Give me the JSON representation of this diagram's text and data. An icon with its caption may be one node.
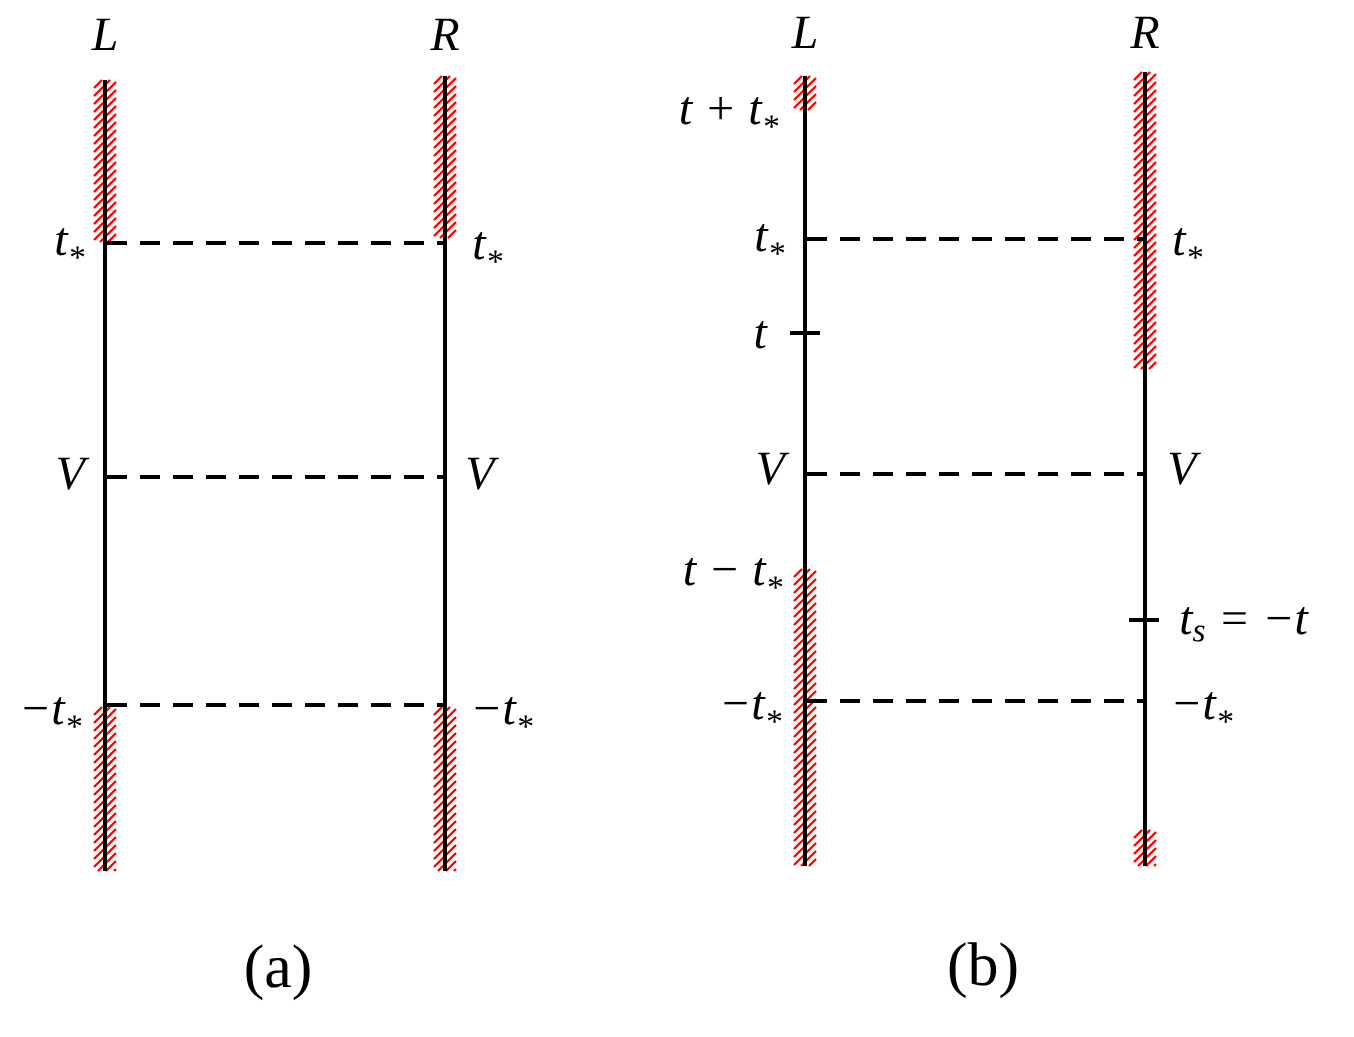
{
  "diagram": {
    "nodes": [
      {
        "text": [
          "L"
        ],
        "beside": [
          "t$_{*}$",
          "V",
          "−t$_{*}$"
        ]
      },
      {
        "text": [
          "R"
        ],
        "beside": [
          "t$_{*}$",
          "V",
          "−t$_{*}$"
        ]
      },
      {
        "text": [
          "L"
        ],
        "beside": [
          "t + t$_{*}$",
          "t$_{*}$",
          "t",
          "V",
          "t − t$_{*}$",
          "−t$_{*}$"
        ]
      },
      {
        "text": [
          "R"
        ],
        "beside": [
          "t$_{*}$",
          "V",
          "t$_{s}$ = −t",
          "−t$_{*}$"
        ]
      }
    ],
    "edges": [
      {
        "from": 0,
        "to": 1,
        "arrow": "none",
        "style": "dashed"
      },
      {
        "from": 0,
        "to": 1,
        "arrow": "none",
        "style": "dashed"
      },
      {
        "from": 0,
        "to": 1,
        "arrow": "none",
        "style": "dashed"
      },
      {
        "from": 2,
        "to": 3,
        "arrow": "none",
        "style": "dashed"
      },
      {
        "from": 2,
        "to": 3,
        "arrow": "none",
        "style": "dashed"
      },
      {
        "from": 2,
        "to": 3,
        "arrow": "none",
        "style": "dashed"
      }
    ],
    "labels": [
      "(a)",
      "(b)"
    ]
  }
}
